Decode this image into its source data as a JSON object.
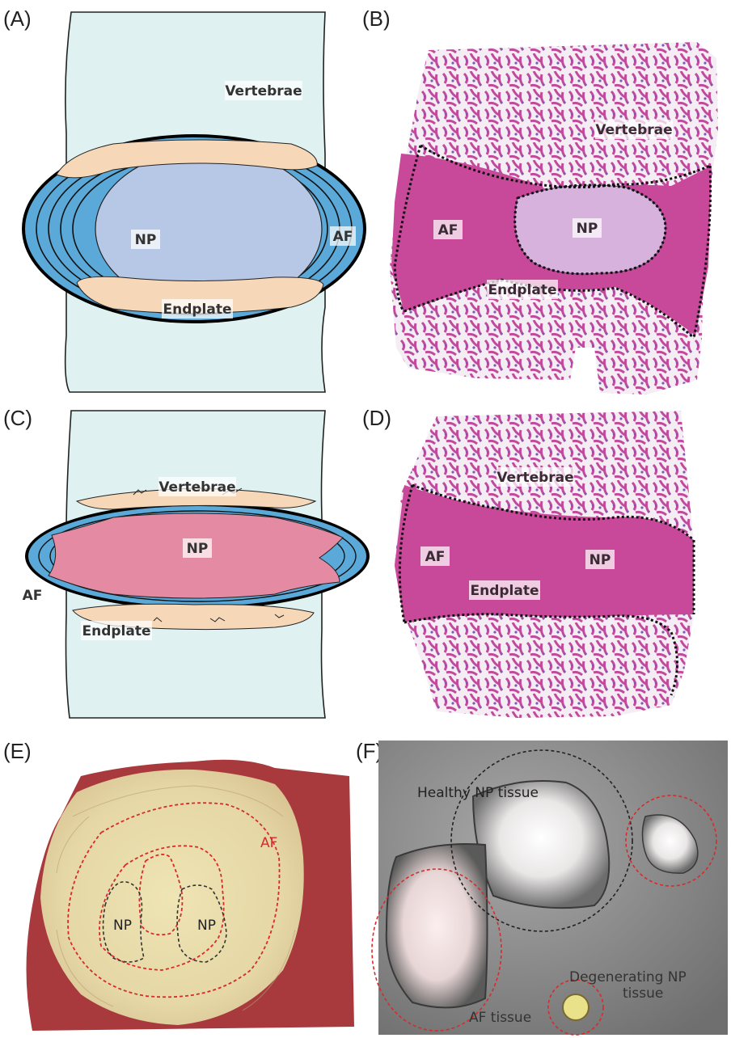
{
  "panels": {
    "a": {
      "letter": "(A)",
      "vertebrae": "Vertebrae",
      "np": "NP",
      "af": "AF",
      "endplate": "Endplate"
    },
    "b": {
      "letter": "(B)",
      "vertebrae": "Vertebrae",
      "af": "AF",
      "np": "NP",
      "endplate": "Endplate"
    },
    "c": {
      "letter": "(C)",
      "vertebrae": "Vertebrae",
      "np": "NP",
      "af": "AF",
      "endplate": "Endplate"
    },
    "d": {
      "letter": "(D)",
      "vertebrae": "Vertebrae",
      "af": "AF",
      "np": "NP",
      "endplate": "Endplate"
    },
    "e": {
      "letter": "(E)",
      "af": "AF",
      "np_left": "NP",
      "np_right": "NP"
    },
    "f": {
      "letter": "(F)",
      "healthy": "Healthy NP tissue",
      "degenerating_line1": "Degenerating NP",
      "degenerating_line2": "tissue",
      "af_tissue": "AF tissue"
    }
  },
  "colors": {
    "vertebra_fill": "#dff1f1",
    "af_blue": "#5aa9d8",
    "np_healthy": "#b7c7e6",
    "np_degenerate": "#e48aa2",
    "endplate": "#f6d7b8",
    "he_pink": "#c8499a",
    "he_purple": "#8e5bb0",
    "dashed_red": "#d92a2a"
  }
}
